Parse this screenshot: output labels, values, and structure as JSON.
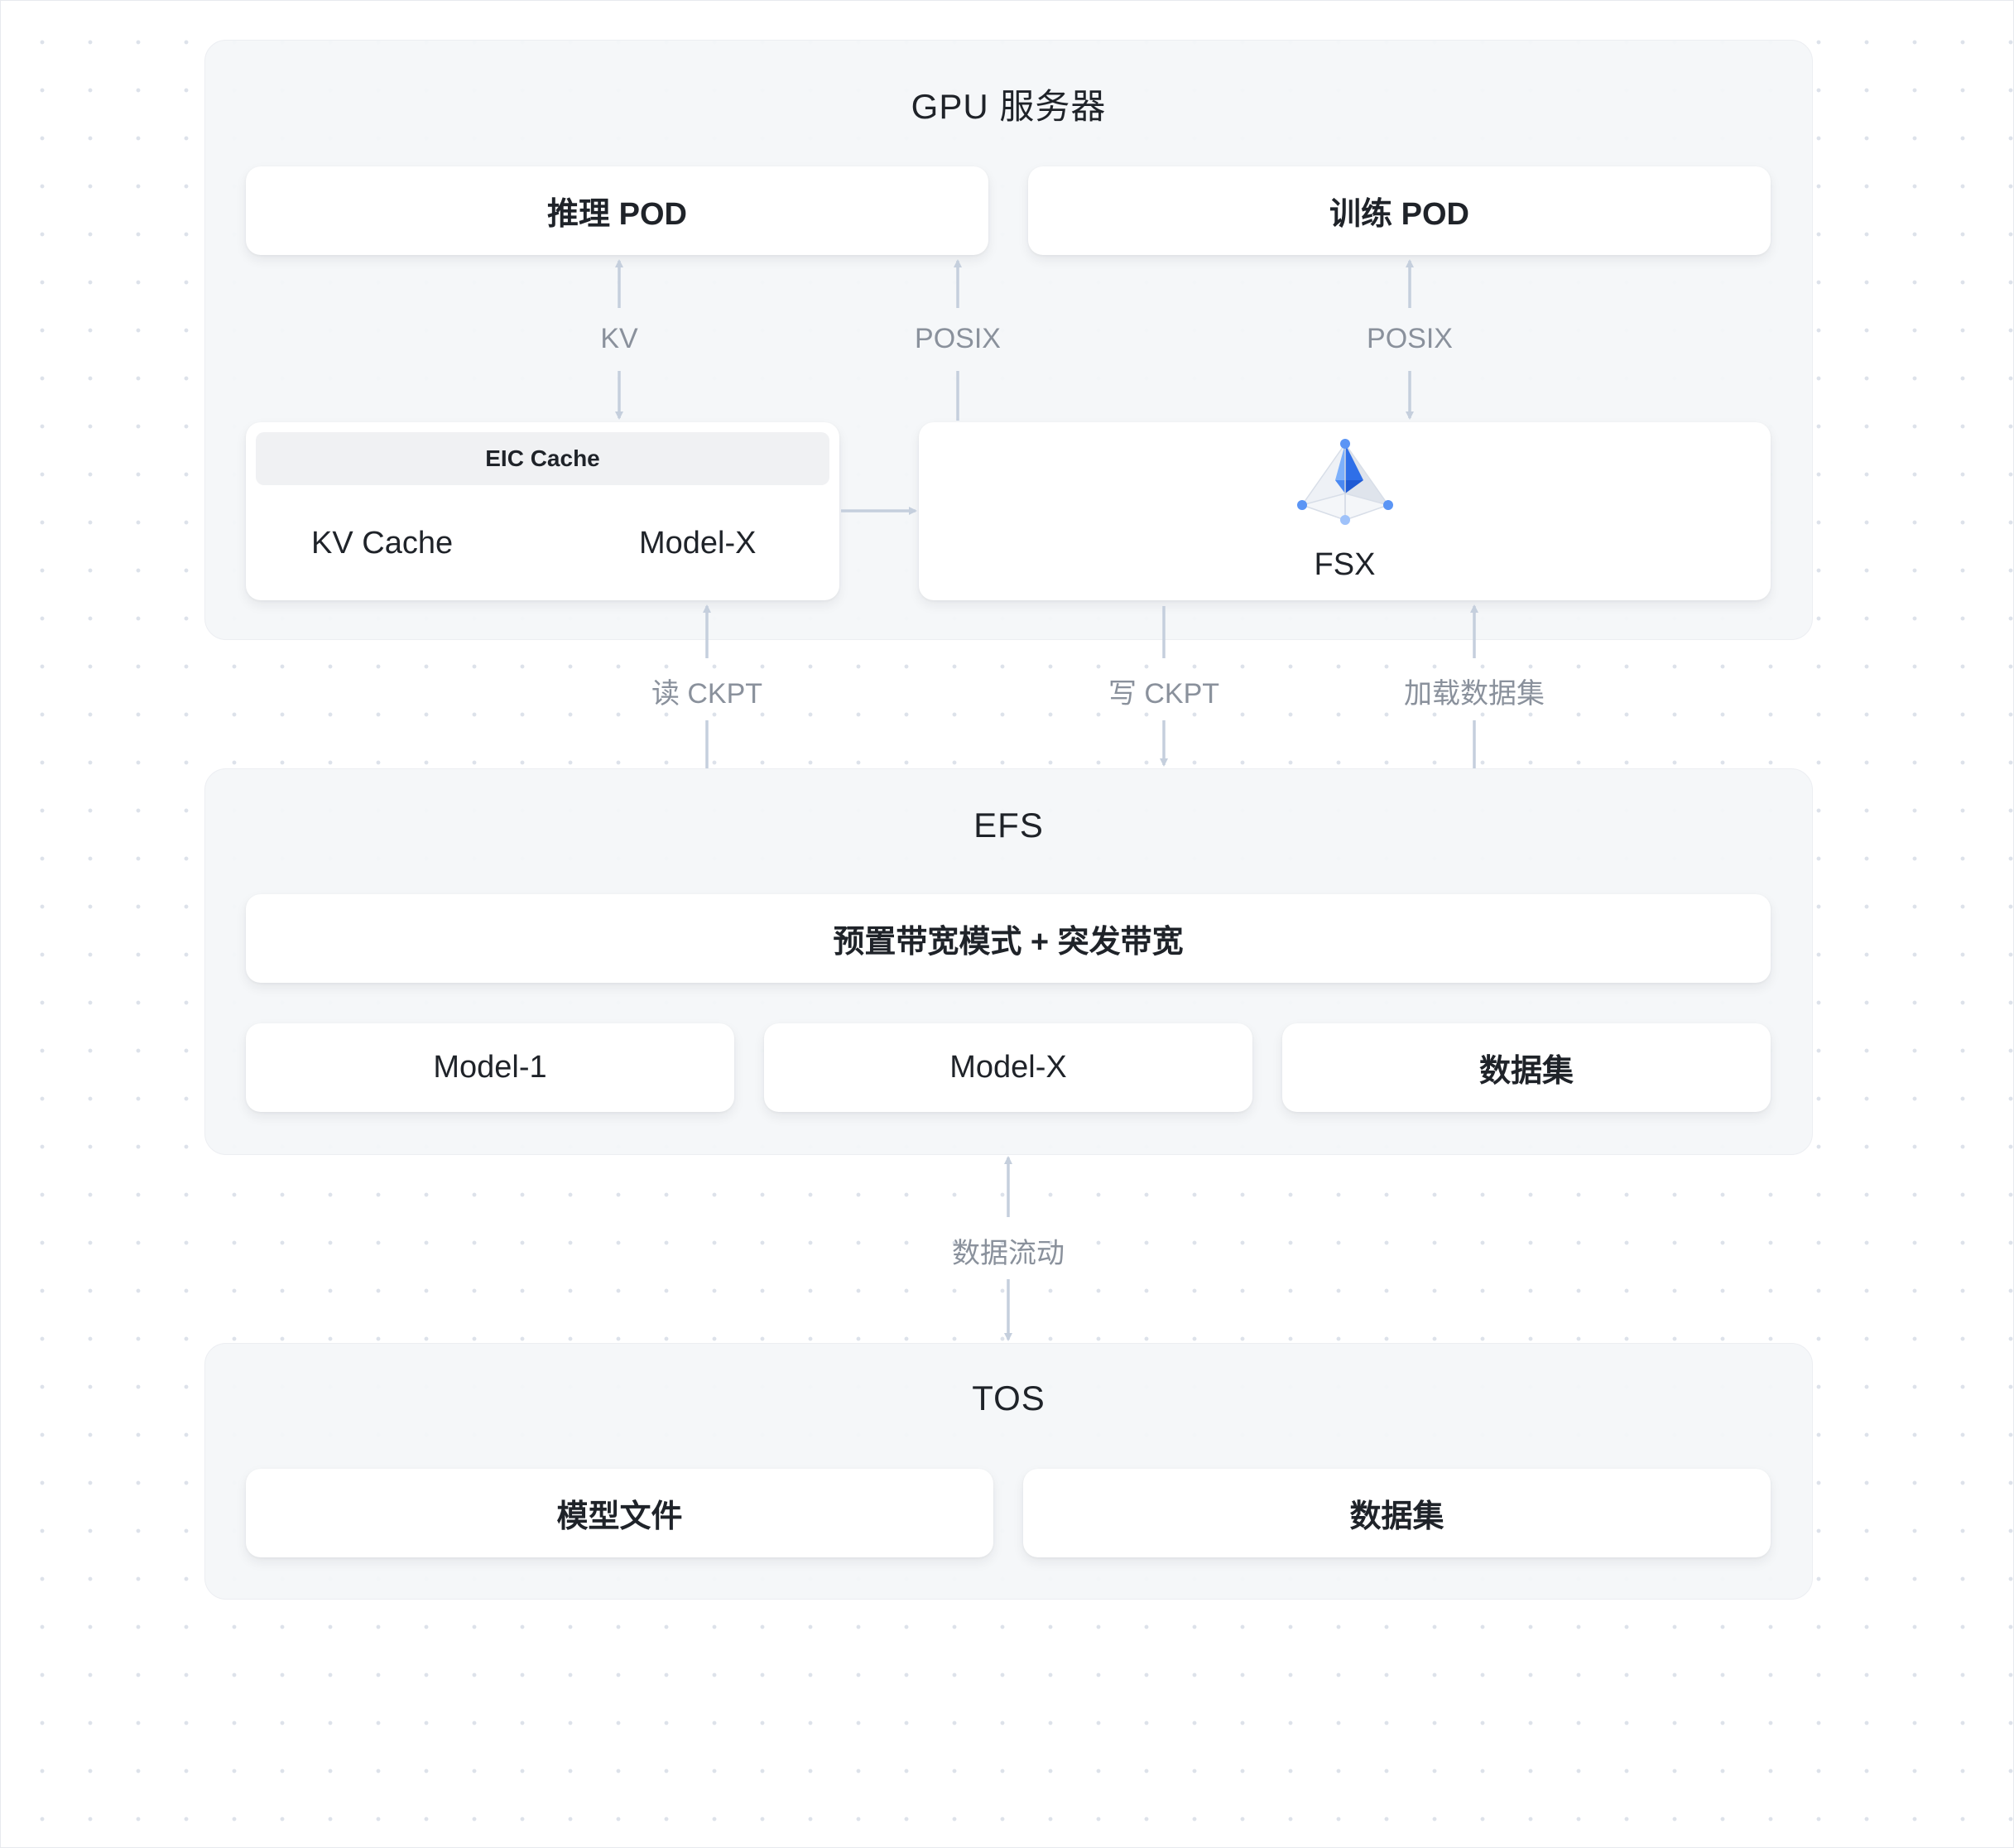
{
  "gpu_server": {
    "title": "GPU 服务器",
    "inference_pod": "推理 POD",
    "training_pod": "训练 POD",
    "eic_cache": {
      "title": "EIC Cache",
      "kv_cache": "KV Cache",
      "model_x": "Model-X"
    },
    "fsx": "FSX"
  },
  "connectors": {
    "kv": "KV",
    "posix_left": "POSIX",
    "posix_right": "POSIX",
    "read_ckpt": "读 CKPT",
    "write_ckpt": "写 CKPT",
    "load_dataset": "加载数据集",
    "data_flow": "数据流动"
  },
  "efs": {
    "title": "EFS",
    "mode": "预置带宽模式 + 突发带宽",
    "items": [
      "Model-1",
      "Model-X",
      "数据集"
    ]
  },
  "tos": {
    "title": "TOS",
    "items": [
      "模型文件",
      "数据集"
    ]
  },
  "colors": {
    "connector": "#c5cfdd",
    "accent_blue": "#3b82f6"
  }
}
